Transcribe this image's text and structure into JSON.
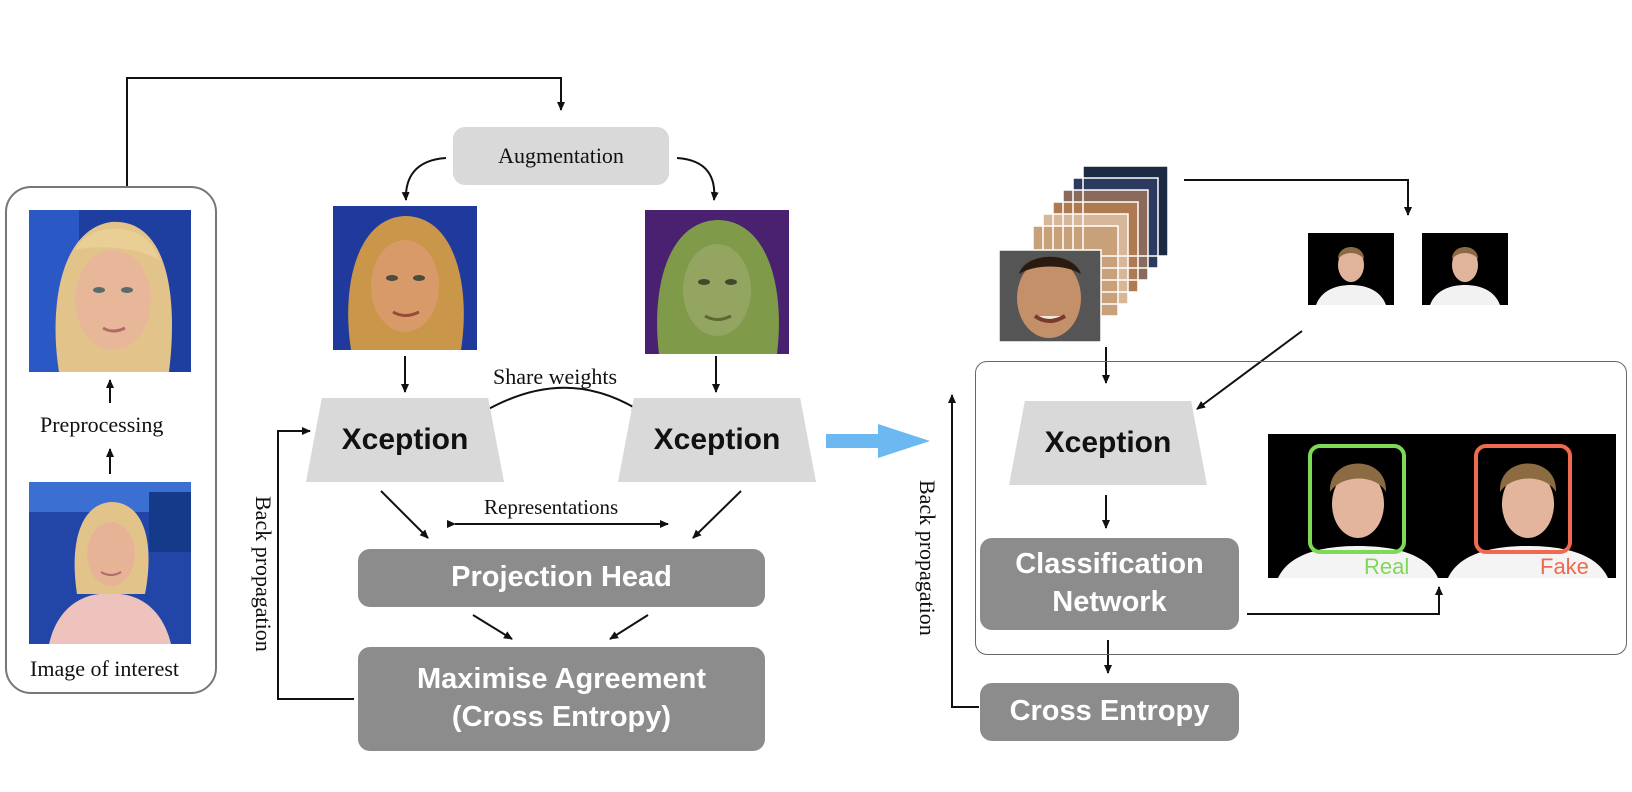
{
  "left_panel": {
    "preprocessing_label": "Preprocessing",
    "image_caption": "Image of interest"
  },
  "augmentation_label": "Augmentation",
  "share_weights_label": "Share weights",
  "representations_label": "Representations",
  "encoder_label_left": "Xception",
  "encoder_label_right": "Xception",
  "projection_head_label": "Projection Head",
  "maximise_agreement_line1": "Maximise Agreement",
  "maximise_agreement_line2": "(Cross Entropy)",
  "back_propagation_left": "Back propagation",
  "back_propagation_right": "Back propagation",
  "finetune": {
    "encoder_label": "Xception",
    "classification_line1": "Classification",
    "classification_line2": "Network",
    "cross_entropy_label": "Cross Entropy",
    "real_label": "Real",
    "fake_label": "Fake"
  },
  "colors": {
    "light_box": "#d9d9d9",
    "dark_box": "#8c8c8c",
    "transition_arrow": "#6cb8f0",
    "real": "#7ed957",
    "fake": "#ef6a4e"
  }
}
